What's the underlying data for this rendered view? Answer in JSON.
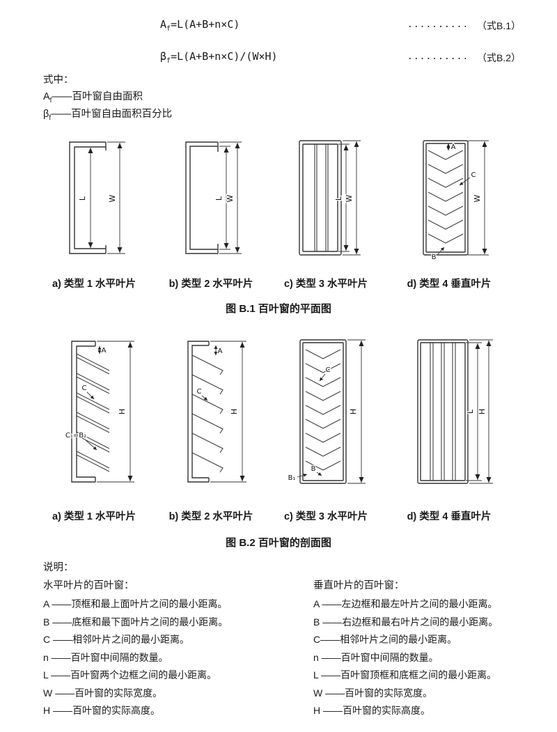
{
  "formulas": {
    "f1": {
      "base": "A",
      "sub": "f",
      "rest": "=L(A+B+n×C)",
      "dots": "....................",
      "tag": "（式B.1）"
    },
    "f2": {
      "base": "β",
      "sub": "f",
      "rest": "=L(A+B+n×C)/(W×H)",
      "dots": "....................",
      "tag": "（式B.2）"
    }
  },
  "where": {
    "intro": "式中：",
    "l1": {
      "base": "A",
      "sub": "f",
      "rest": "——百叶窗自由面积"
    },
    "l2": {
      "base": "β",
      "sub": "f",
      "rest": "——百叶窗自由面积百分比"
    }
  },
  "fig1": {
    "title": "图 B.1 百叶窗的平面图",
    "captions": [
      "a) 类型 1 水平叶片",
      "b) 类型 2 水平叶片",
      "c) 类型 3 水平叶片",
      "d) 类型 4 垂直叶片"
    ],
    "dims": {
      "a": {
        "inner": "L",
        "outer": "W"
      },
      "b": {
        "inner": "L",
        "outer": "W"
      },
      "c": {
        "inner": "L",
        "outer": "W"
      },
      "d": {
        "top": "A",
        "mid": "C",
        "bottom": "B",
        "outer": "W"
      }
    }
  },
  "fig2": {
    "title": "图 B.2 百叶窗的剖面图",
    "captions": [
      "a) 类型 1 水平叶片",
      "b) 类型 2 水平叶片",
      "c) 类型 3 水平叶片",
      "d) 类型 4 垂直叶片"
    ],
    "dims": {
      "a": {
        "top": "A",
        "mid": "C",
        "eq": "C₁=B₂",
        "height": "H"
      },
      "b": {
        "top": "A",
        "mid": "C",
        "height": "H"
      },
      "c": {
        "mid": "C",
        "bottom": "B",
        "bottom2": "B₁",
        "height": "H"
      },
      "d": {
        "inner": "L",
        "height": "H"
      }
    }
  },
  "notes": {
    "title": "说明：",
    "left": {
      "heading": "水平叶片的百叶窗：",
      "items": [
        "A ——顶框和最上面叶片之间的最小距离。",
        "B ——底框和最下面叶片之间的最小距离。",
        "C ——相邻叶片之间的最小距离。",
        "n ——百叶窗中间隔的数量。",
        "L ——百叶窗两个边框之间的最小距离。",
        "W ——百叶窗的实际宽度。",
        "H ——百叶窗的实际高度。"
      ]
    },
    "right": {
      "heading": "垂直叶片的百叶窗：",
      "items": [
        "A ——左边框和最左叶片之间的最小距离。",
        "B ——右边框和最右叶片之间的最小距离。",
        "C——相邻叶片之间的最小距离。",
        "n ——百叶窗中间隔的数量。",
        "L ——百叶窗顶框和底框之间的最小距离。",
        "W ——百叶窗的实际宽度。",
        "H ——百叶窗的实际高度。"
      ]
    }
  }
}
